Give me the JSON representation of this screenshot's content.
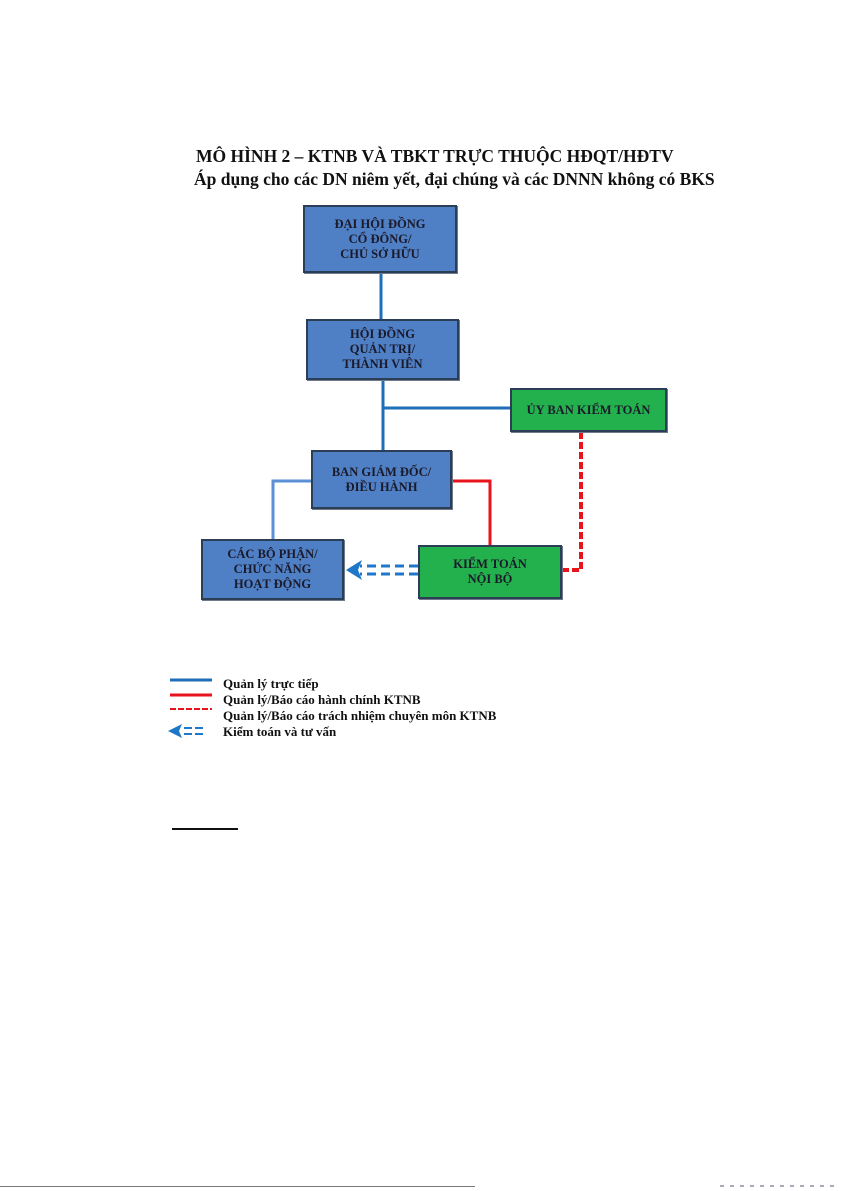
{
  "diagram": {
    "title": "MÔ HÌNH 2 – KTNB VÀ TBKT TRỰC THUỘC HĐQT/HĐTV",
    "subtitle": "Áp dụng cho các DN niêm yết, đại chúng và các DNNN không có BKS",
    "nodes": [
      {
        "id": "dhdcd",
        "label": "ĐẠI HỘI ĐỒNG\nCỔ ĐÔNG/\nCHỦ SỞ HỮU",
        "color": "#4f7fc4"
      },
      {
        "id": "hdqt",
        "label": "HỘI ĐỒNG\nQUẢN TRỊ/\nTHÀNH VIÊN",
        "color": "#4f7fc4"
      },
      {
        "id": "ubkt",
        "label": "ỦY BAN KIỂM TOÁN",
        "color": "#23b14d"
      },
      {
        "id": "bgd",
        "label": "BAN GIÁM ĐỐC/\nĐIỀU HÀNH",
        "color": "#4f7fc4"
      },
      {
        "id": "cbp",
        "label": "CÁC BỘ PHẬN/\nCHỨC NĂNG\nHOẠT ĐỘNG",
        "color": "#4f7fc4"
      },
      {
        "id": "ktnb",
        "label": "KIỂM TOÁN\nNỘI BỘ",
        "color": "#23b14d"
      }
    ],
    "edges": [
      {
        "from": "dhdcd",
        "to": "hdqt",
        "type": "direct"
      },
      {
        "from": "hdqt",
        "to": "bgd",
        "type": "direct"
      },
      {
        "from": "hdqt",
        "to": "ubkt",
        "type": "direct"
      },
      {
        "from": "bgd",
        "to": "cbp",
        "type": "direct"
      },
      {
        "from": "bgd",
        "to": "ktnb",
        "type": "admin"
      },
      {
        "from": "ubkt",
        "to": "ktnb",
        "type": "professional"
      },
      {
        "from": "ktnb",
        "to": "cbp",
        "type": "audit"
      }
    ],
    "colors": {
      "direct": "#1f6fb8",
      "admin": "#e8131b",
      "audit": "#1f77c8"
    }
  },
  "legend": [
    {
      "type": "direct",
      "label": "Quản lý trực tiếp"
    },
    {
      "type": "admin",
      "label": "Quản lý/Báo cáo hành chính KTNB"
    },
    {
      "type": "professional",
      "label": "Quản lý/Báo cáo trách nhiệm chuyên môn KTNB"
    },
    {
      "type": "audit",
      "label": "Kiểm toán và tư vấn"
    }
  ]
}
